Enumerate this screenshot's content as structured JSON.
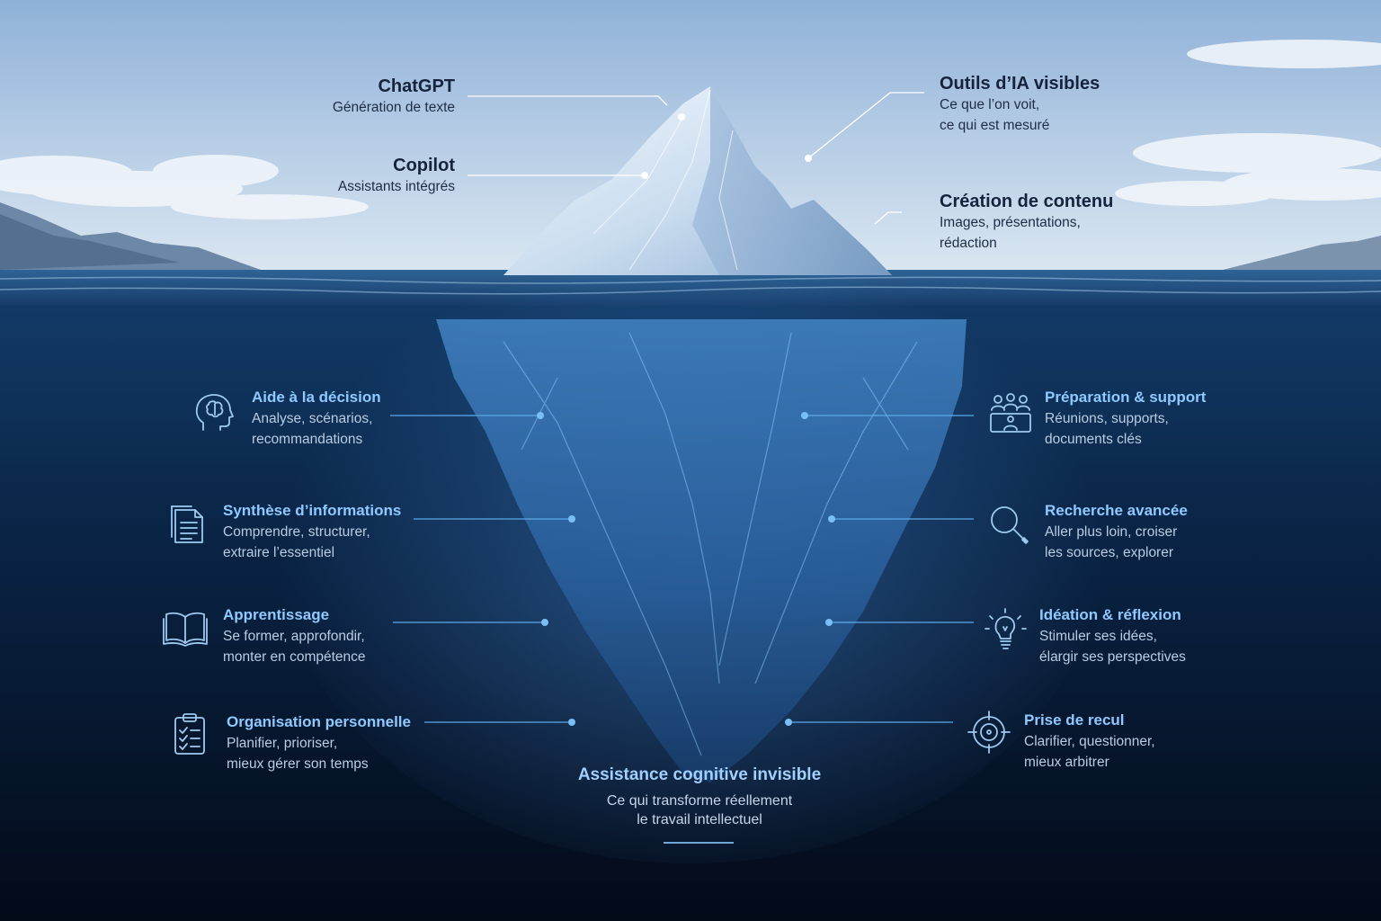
{
  "colors": {
    "sky_top": "#8fb1d8",
    "sky_bottom": "#dbe7f2",
    "water_surface": "#1d4f82",
    "deep_water": "#040d1e",
    "ice_light": "#e8f1fb",
    "ice_underwater": "#3a7fc4",
    "accent": "#8fc9ff"
  },
  "visible": {
    "chatgpt": {
      "title": "ChatGPT",
      "desc": "Génération de texte"
    },
    "copilot": {
      "title": "Copilot",
      "desc": "Assistants intégrés"
    },
    "outils": {
      "title": "Outils d’IA visibles",
      "desc": "Ce que l’on voit,\nce qui est mesuré"
    },
    "creation": {
      "title": "Création de contenu",
      "desc": "Images, présentations,\nrédaction"
    }
  },
  "hidden_left": [
    {
      "title": "Aide à la décision",
      "desc": "Analyse, scénarios,\nrecommandations",
      "icon": "brain-head-icon"
    },
    {
      "title": "Synthèse d’informations",
      "desc": "Comprendre, structurer,\nextraire l’essentiel",
      "icon": "documents-icon"
    },
    {
      "title": "Apprentissage",
      "desc": "Se former, approfondir,\nmonter en compétence",
      "icon": "open-book-icon"
    },
    {
      "title": "Organisation personnelle",
      "desc": "Planifier, prioriser,\nmieux gérer son temps",
      "icon": "clipboard-checklist-icon"
    }
  ],
  "hidden_right": [
    {
      "title": "Préparation & support",
      "desc": "Réunions, supports,\ndocuments clés",
      "icon": "meeting-people-icon"
    },
    {
      "title": "Recherche avancée",
      "desc": "Aller plus loin, croiser\nles sources, explorer",
      "icon": "magnifier-icon"
    },
    {
      "title": "Idéation & réflexion",
      "desc": "Stimuler ses idées,\nélargir ses perspectives",
      "icon": "lightbulb-icon"
    },
    {
      "title": "Prise de recul",
      "desc": "Clarifier, questionner,\nmieux arbitrer",
      "icon": "target-icon"
    }
  ],
  "footer": {
    "title": "Assistance cognitive invisible",
    "desc": "Ce qui transforme réellement\nle travail intellectuel"
  }
}
